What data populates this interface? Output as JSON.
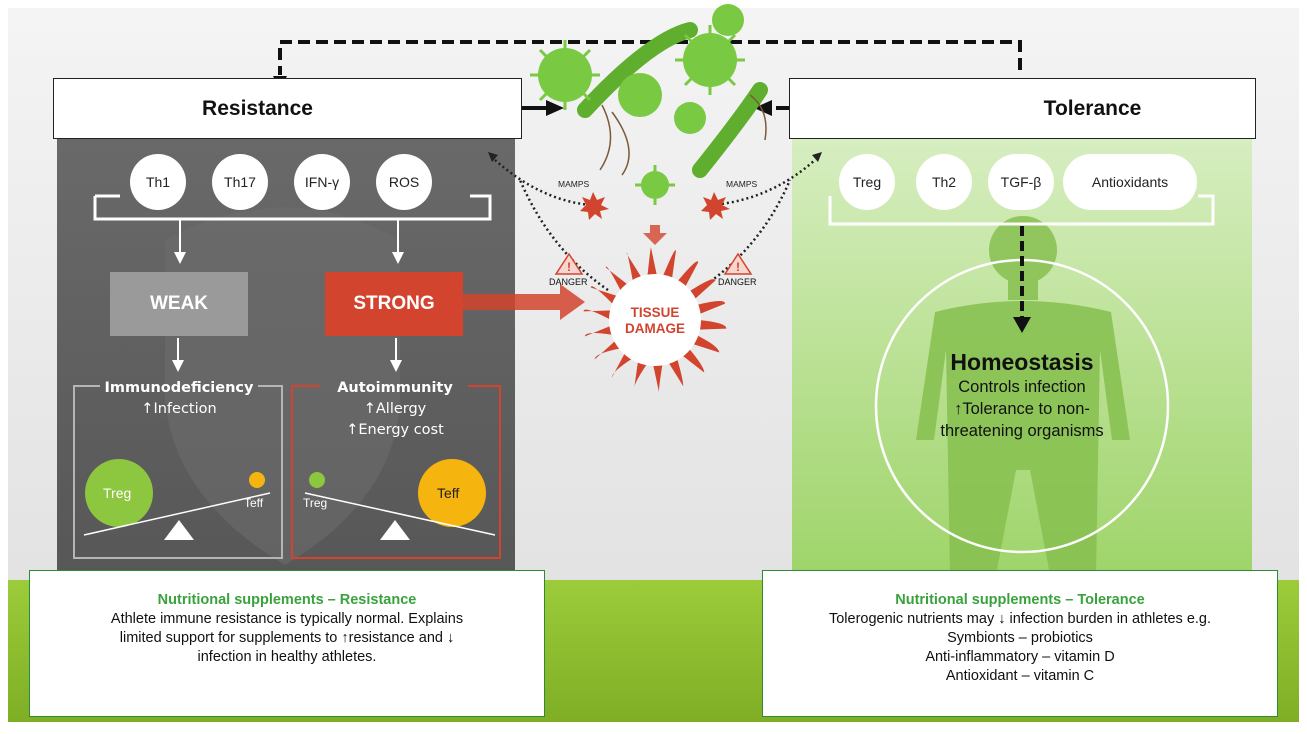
{
  "resistance": {
    "title": "Resistance",
    "mediators": [
      "Th1",
      "Th17",
      "IFN-γ",
      "ROS"
    ],
    "weak": {
      "label": "WEAK",
      "outcome_title": "Immunodeficiency",
      "outcome_lines": [
        "↑Infection"
      ],
      "balance": {
        "left": "Treg",
        "right": "Teff"
      }
    },
    "strong": {
      "label": "STRONG",
      "outcome_title": "Autoimmunity",
      "outcome_lines": [
        "↑Allergy",
        "↑Energy cost"
      ],
      "balance": {
        "left": "Treg",
        "right": "Teff"
      }
    }
  },
  "tolerance": {
    "title": "Tolerance",
    "mediators": [
      "Treg",
      "Th2",
      "TGF-β",
      "Antioxidants"
    ],
    "homeostasis": {
      "title": "Homeostasis",
      "lines": [
        "Controls infection",
        "↑Tolerance to non-",
        "threatening organisms"
      ]
    }
  },
  "center": {
    "mamps_left": "MAMPS",
    "mamps_right": "MAMPS",
    "danger_left": "DANGER",
    "danger_right": "DANGER",
    "tissue_damage_line1": "TISSUE",
    "tissue_damage_line2": "DAMAGE"
  },
  "supplements_resistance": {
    "title": "Nutritional supplements – Resistance",
    "lines": [
      "Athlete immune resistance is typically normal. Explains",
      "limited support for supplements to ↑resistance and ↓",
      "infection in healthy athletes."
    ]
  },
  "supplements_tolerance": {
    "title": "Nutritional supplements – Tolerance",
    "lines": [
      "Tolerogenic nutrients may ↓ infection burden in athletes e.g.",
      "Symbionts – probiotics",
      "Anti-inflammatory – vitamin D",
      "Antioxidant – vitamin C"
    ]
  },
  "colors": {
    "resistance_panel": "#5f5f5f",
    "tolerance_panel": "#a6d97a",
    "ground": "#8dbb2b",
    "strong": "#d2442e",
    "weak": "#9a9a9a",
    "treg": "#8dc63f",
    "teff": "#f6b50e",
    "supplement_title": "#39a23d",
    "pathogen": "#7ac943"
  }
}
